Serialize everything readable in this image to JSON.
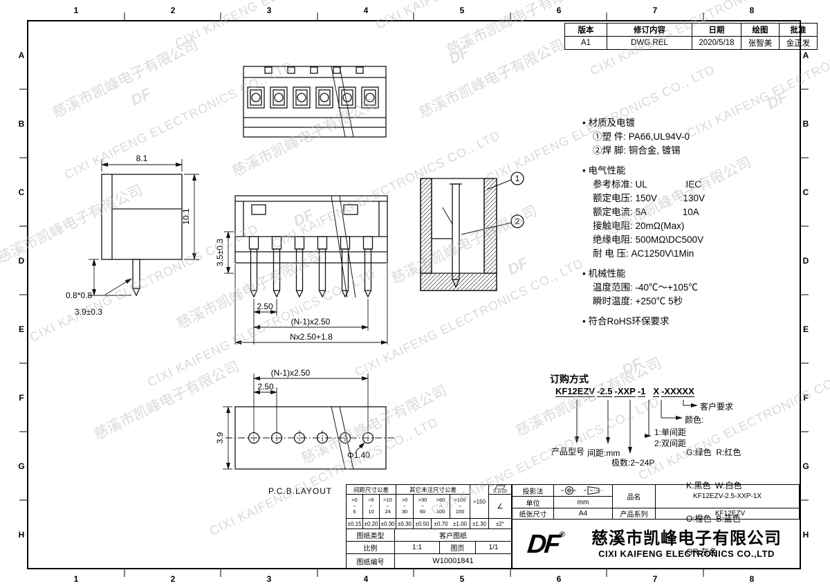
{
  "frame": {
    "cols": [
      "1",
      "2",
      "3",
      "4",
      "5",
      "6",
      "7",
      "8"
    ],
    "rows": [
      "A",
      "B",
      "C",
      "D",
      "E",
      "F",
      "G",
      "H"
    ]
  },
  "watermark": {
    "cn": "慈溪市凯峰电子有限公司",
    "en": "CIXI KAIFENG ELECTRONICS CO., LTD",
    "logo": "DF"
  },
  "revision": {
    "headers": [
      "版本",
      "修订内容",
      "日期",
      "绘图",
      "批准"
    ],
    "row": [
      "A1",
      "DWG.REL",
      "2020/5/18",
      "张智美",
      "金正发"
    ]
  },
  "specs": {
    "lines": [
      "• 材质及电镀",
      "①塑 件: PA66,UL94V-0",
      "②焊 脚: 铜合金, 镀锡",
      "• 电气性能",
      "参考标准: UL               IEC",
      "额定电压: 150V          130V",
      "额定电流: 5A              10A",
      "接触电阻: 20mΩ(Max)",
      "绝缘电阻: 500MΩ\\DC500V",
      "耐 电 压: AC1250V\\1Min",
      "• 机械性能",
      "温度范围: -40℃～+105℃",
      "瞬时温度: +250℃ 5秒",
      "• 符合RoHS环保要求"
    ]
  },
  "dims": {
    "top_width": "8.1",
    "height": "10.1",
    "pin_sq": "0.8*0.8",
    "pin_len": "3.9±0.3",
    "pin_h": "3.5±0.3",
    "pitch": "2.50",
    "pitch_n": "(N-1)x2.50",
    "total": "Nx2.50+1.8",
    "pcb_pitch_n": "(N-1)x2.50",
    "pcb_pitch": "2.50",
    "pcb_h": "3.9",
    "hole": "Φ1.40",
    "pcb_label": "P.C.B.LAYOUT",
    "c1": "1",
    "c2": "2"
  },
  "ordering": {
    "title": "订购方式",
    "segments": [
      "KF12EZV",
      "-2.5",
      "-XXP",
      "-1",
      "X",
      "-XXXXX"
    ],
    "product_model": "产品型号",
    "pitch": "间距:mm",
    "single": "1:单间距",
    "double": "2:双间距",
    "poles": "极数:2~24P",
    "customer": "客户要求",
    "color_title": "颜色:",
    "colors": [
      "G:绿色  R:红色",
      "K:黑色  W:白色",
      "O:橙色  B:蓝色",
      "GR:灰色"
    ]
  },
  "tolerance": {
    "group1": "间距尺寸公差",
    "group2": "其它未注尺寸公差",
    "flat": "0.1/10",
    "angle_sym": "∠",
    "ranges": [
      ">0\n~\n6",
      ">6\n~\n10",
      ">10\n~\n24",
      ">0\n~\n30",
      ">30\n~\n60",
      ">60\n~\n100",
      ">100\n~\n150"
    ],
    "over": ">150",
    "tols": [
      "±0.15",
      "±0.20",
      "±0.30",
      "±0.30",
      "±0.50",
      "±0.70",
      "±1.00",
      "±1.30",
      "±2°"
    ]
  },
  "titleblock": {
    "left": {
      "type_label": "图纸类型",
      "type_value": "客户图纸",
      "scale_label": "比例",
      "scale_value": "1:1",
      "page_label": "图页",
      "page_value": "1/1",
      "no_label": "图纸编号",
      "no_value": "W10001841"
    },
    "right": {
      "projection": "投影法",
      "unit_label": "单位",
      "unit_value": "mm",
      "paper_label": "纸张尺寸",
      "paper_value": "A4",
      "name_label": "品名",
      "name_value": "KF12EZV-2.5-XXP-1X",
      "series_label": "产品系列",
      "series_value": "KF12EZV"
    },
    "company": {
      "logo": "DF",
      "reg": "®",
      "cn": "慈溪市凯峰电子有限公司",
      "en": "CIXI KAIFENG ELECTRONICS CO.,LTD"
    }
  }
}
